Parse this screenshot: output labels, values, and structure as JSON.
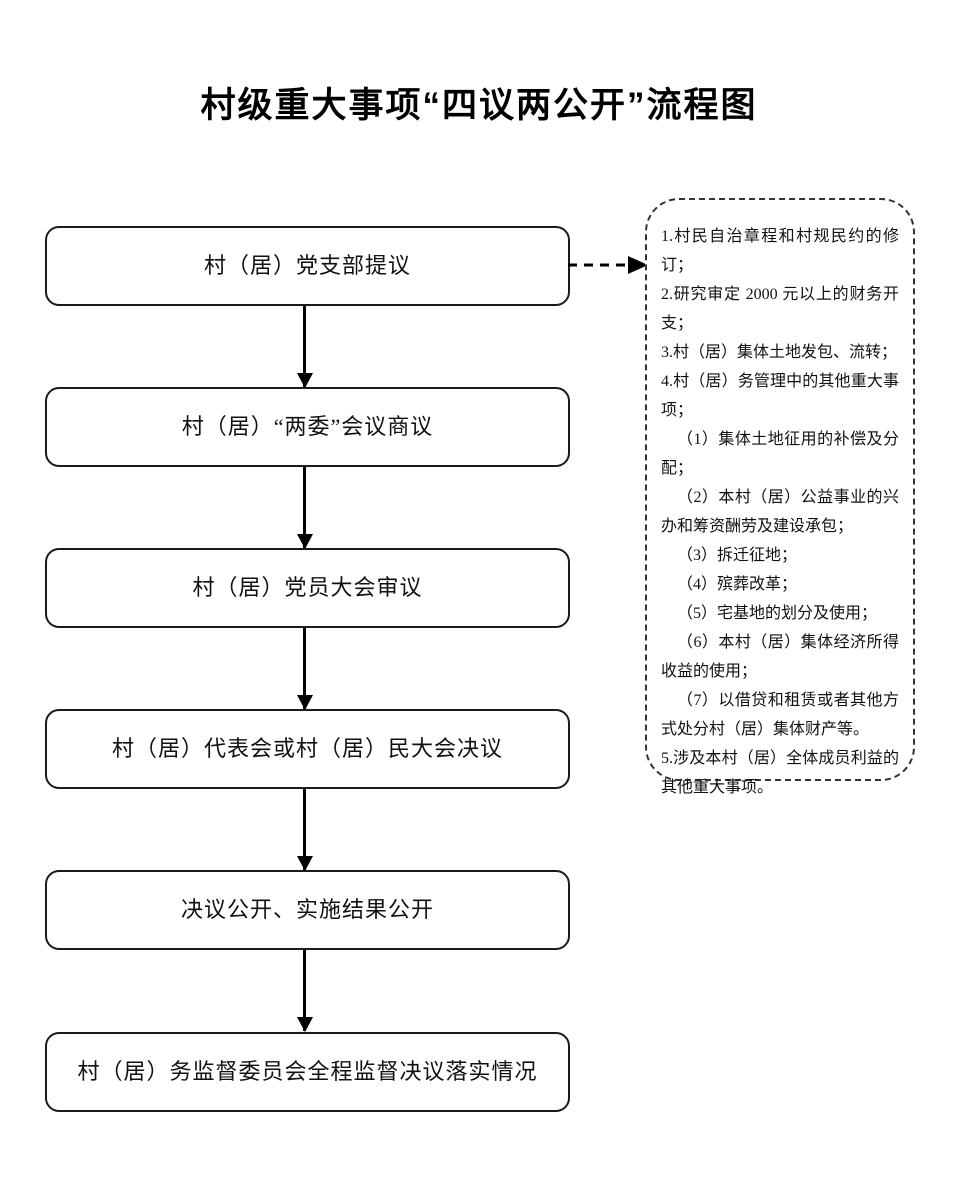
{
  "title": "村级重大事项“四议两公开”流程图",
  "flow": {
    "steps": [
      {
        "label": "村（居）党支部提议"
      },
      {
        "label": "村（居）“两委”会议商议"
      },
      {
        "label": "村（居）党员大会审议"
      },
      {
        "label": "村（居）代表会或村（居）民大会决议"
      },
      {
        "label": "决议公开、实施结果公开"
      },
      {
        "label": "村（居）务监督委员会全程监督决议落实情况"
      }
    ],
    "connector_icon": "down-arrow-icon",
    "dashed_connector_icon": "dashed-right-arrow-icon"
  },
  "side_panel": {
    "items": [
      {
        "text": "1.村民自治章程和村规民约的修订；",
        "sub": false
      },
      {
        "text": "2.研究审定 2000 元以上的财务开支；",
        "sub": false
      },
      {
        "text": "3.村（居）集体土地发包、流转；",
        "sub": false
      },
      {
        "text": "4.村（居）务管理中的其他重大事项；",
        "sub": false
      },
      {
        "text": "（1）集体土地征用的补偿及分配；",
        "sub": true
      },
      {
        "text": "（2）本村（居）公益事业的兴办和筹资酬劳及建设承包；",
        "sub": true
      },
      {
        "text": "（3）拆迁征地；",
        "sub": true
      },
      {
        "text": "（4）殡葬改革；",
        "sub": true
      },
      {
        "text": "（5）宅基地的划分及使用；",
        "sub": true
      },
      {
        "text": "（6）本村（居）集体经济所得收益的使用；",
        "sub": true
      },
      {
        "text": "（7）以借贷和租赁或者其他方式处分村（居）集体财产等。",
        "sub": true
      },
      {
        "text": "5.涉及本村（居）全体成员利益的其他重大事项。",
        "sub": false
      }
    ]
  },
  "colors": {
    "line": "#1b1b1b",
    "text": "#111111",
    "background": "#ffffff",
    "panel_border": "#333333"
  }
}
